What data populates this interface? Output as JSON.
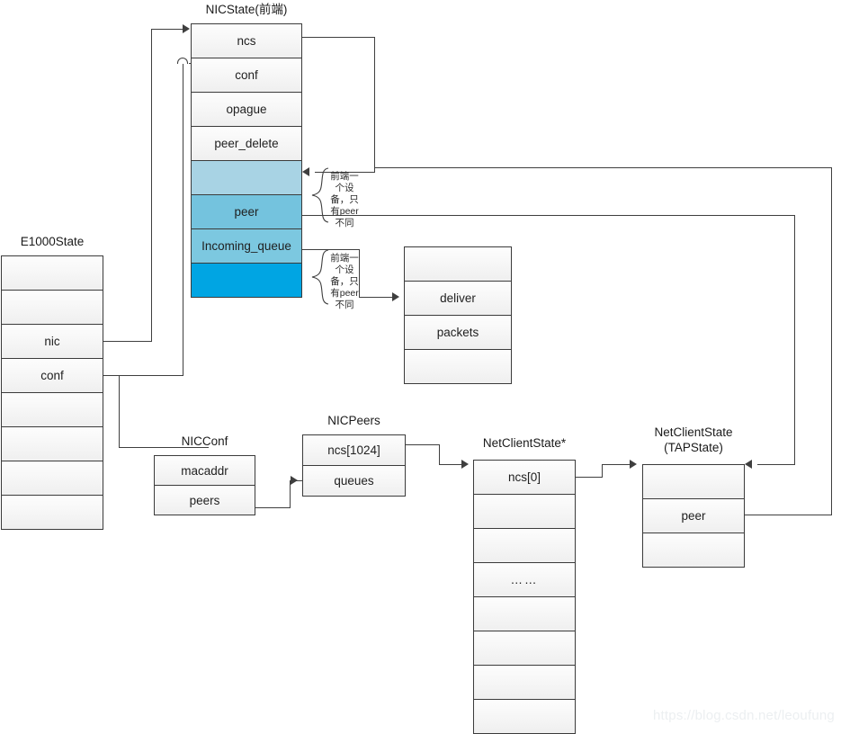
{
  "diagram": {
    "watermark": "https://blog.csdn.net/leoufung",
    "colors": {
      "line": "#3f3f3f",
      "cell_border": "#3b3b3b",
      "blue_1": "#a8d3e4",
      "blue_2": "#74c3de",
      "blue_3": "#7cc8e0",
      "blue_4": "#00a5e3"
    },
    "structs": {
      "e1000state": {
        "title": "E1000State",
        "rows": [
          "",
          "",
          "nic",
          "conf",
          "",
          "",
          "",
          ""
        ]
      },
      "nicstate": {
        "title": "NICState(前端)",
        "rows": [
          "ncs",
          "conf",
          "opague",
          "peer_delete",
          "",
          "peer",
          "Incoming_queue",
          ""
        ]
      },
      "queue": {
        "title": "",
        "rows": [
          "",
          "deliver",
          "packets",
          ""
        ]
      },
      "nicconf": {
        "title": "NICConf",
        "rows": [
          "macaddr",
          "peers"
        ]
      },
      "nicpeers": {
        "title": "NICPeers",
        "rows": [
          "ncs[1024]",
          "queues"
        ]
      },
      "netclientstate_array": {
        "title": "NetClientState*",
        "rows": [
          "ncs[0]",
          "",
          "",
          "……",
          "",
          "",
          "",
          ""
        ]
      },
      "tapstate": {
        "title_line1": "NetClientState",
        "title_line2": "(TAPState)",
        "rows": [
          "",
          "peer",
          ""
        ]
      }
    },
    "annotations": {
      "note_1": "前端一个设备，只有peer不同",
      "note_2": "前端一个设备，只有peer不同"
    }
  }
}
